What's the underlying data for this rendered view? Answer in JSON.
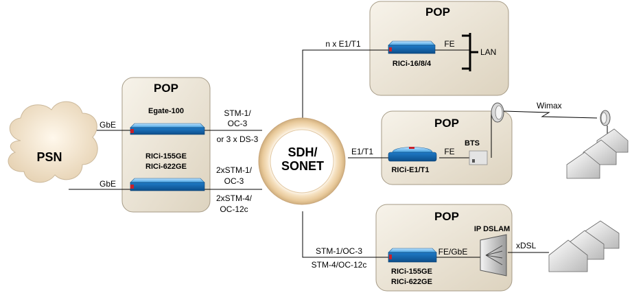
{
  "cloud": {
    "label": "PSN"
  },
  "ring": {
    "line1": "SDH/",
    "line2": "SONET"
  },
  "pop_label": "POP",
  "left_pop": {
    "device1": "Egate-100",
    "device2_line1": "RICi-155GE",
    "device2_line2": "RICi-622GE",
    "link_top": "GbE",
    "link_bottom": "GbE",
    "uplink_top": [
      "STM-1/",
      "OC-3",
      "or 3 x DS-3"
    ],
    "uplink_bottom": [
      "2xSTM-1/",
      "OC-3",
      "2xSTM-4/",
      "OC-12c"
    ]
  },
  "top_pop": {
    "device": "RICi-16/8/4",
    "link": "n x E1/T1",
    "fe": "FE",
    "lan": "LAN"
  },
  "mid_pop": {
    "device": "RICi-E1/T1",
    "link": "E1/T1",
    "fe": "FE",
    "bts": "BTS",
    "wimax": "Wimax"
  },
  "bottom_pop": {
    "device_line1": "RICi-155GE",
    "device_line2": "RICi-622GE",
    "link1": "STM-1/OC-3",
    "link2": "STM-4/OC-12c",
    "fe": "FE/GbE",
    "dslam": "IP DSLAM",
    "xdsl": "xDSL"
  },
  "colors": {
    "pop_fill": "#efe9dc",
    "device_blue": "#2e8fd6",
    "ring": "#f2d9b0"
  }
}
